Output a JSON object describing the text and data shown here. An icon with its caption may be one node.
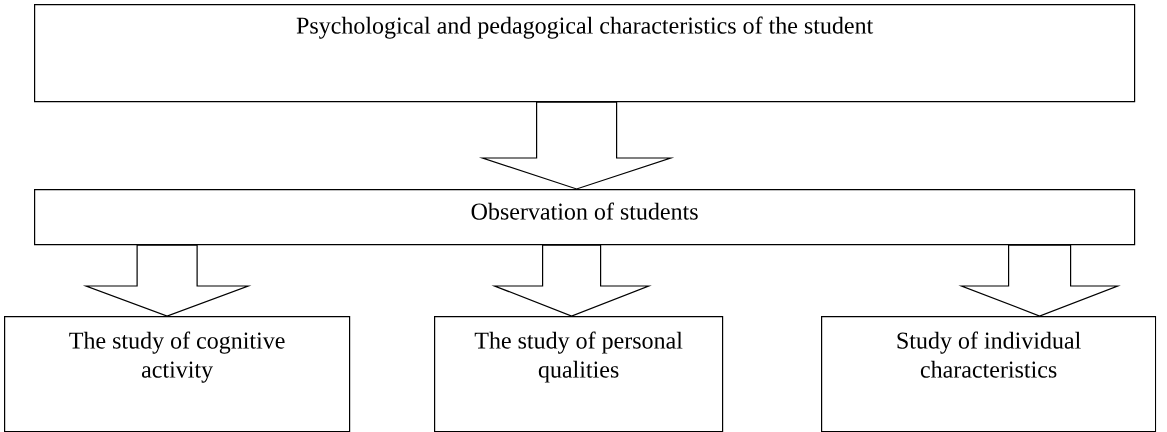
{
  "diagram": {
    "nodes": [
      {
        "text": [
          "Psychological and pedagogical characteristics of the student"
        ]
      },
      {
        "text": [
          "Observation of students"
        ]
      },
      {
        "text": [
          "The study of cognitive activity"
        ]
      },
      {
        "text": [
          "The study of personal qualities"
        ]
      },
      {
        "text": [
          "Study of individual characteristics"
        ]
      }
    ],
    "edges": [
      {
        "from": 0,
        "to": 1,
        "arrow": "to"
      },
      {
        "from": 1,
        "to": 2,
        "arrow": "to"
      },
      {
        "from": 1,
        "to": 3,
        "arrow": "to"
      },
      {
        "from": 1,
        "to": 4,
        "arrow": "to"
      }
    ]
  }
}
